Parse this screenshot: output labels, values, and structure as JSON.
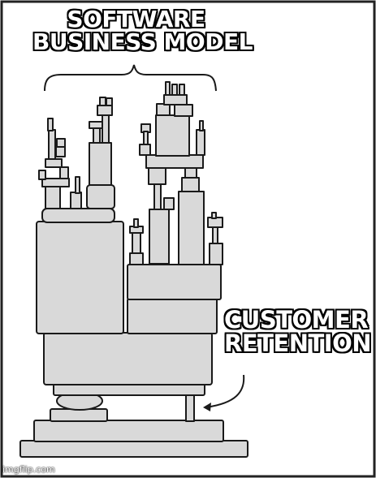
{
  "captions": {
    "top_line1": "SOFTWARE",
    "top_line2": "BUSINESS MODEL",
    "side_line1": "CUSTOMER",
    "side_line2": "RETENTION"
  },
  "watermark": "imgflip.com",
  "colors": {
    "block_fill": "#d9d9d9",
    "outline": "#1a1a1a",
    "background": "#ffffff",
    "frame": "#222222"
  }
}
